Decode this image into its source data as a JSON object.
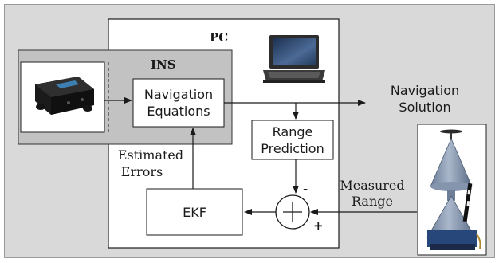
{
  "diagram": {
    "pc_label": "PC",
    "ins_label": "INS",
    "nav_equations_line1": "Navigation",
    "nav_equations_line2": "Equations",
    "range_prediction_line1": "Range",
    "range_prediction_line2": "Prediction",
    "navigation_solution_line1": "Navigation",
    "navigation_solution_line2": "Solution",
    "estimated_errors_line1": "Estimated",
    "estimated_errors_line2": "Errors",
    "ekf_label": "EKF",
    "measured_range_line1": "Measured",
    "measured_range_line2": "Range",
    "minus_sign": "-",
    "plus_sign": "+"
  },
  "icons": {
    "imu_sensor": "imu-sensor-icon",
    "laptop": "laptop-icon",
    "range_sensor": "cone-range-sensor-icon"
  }
}
